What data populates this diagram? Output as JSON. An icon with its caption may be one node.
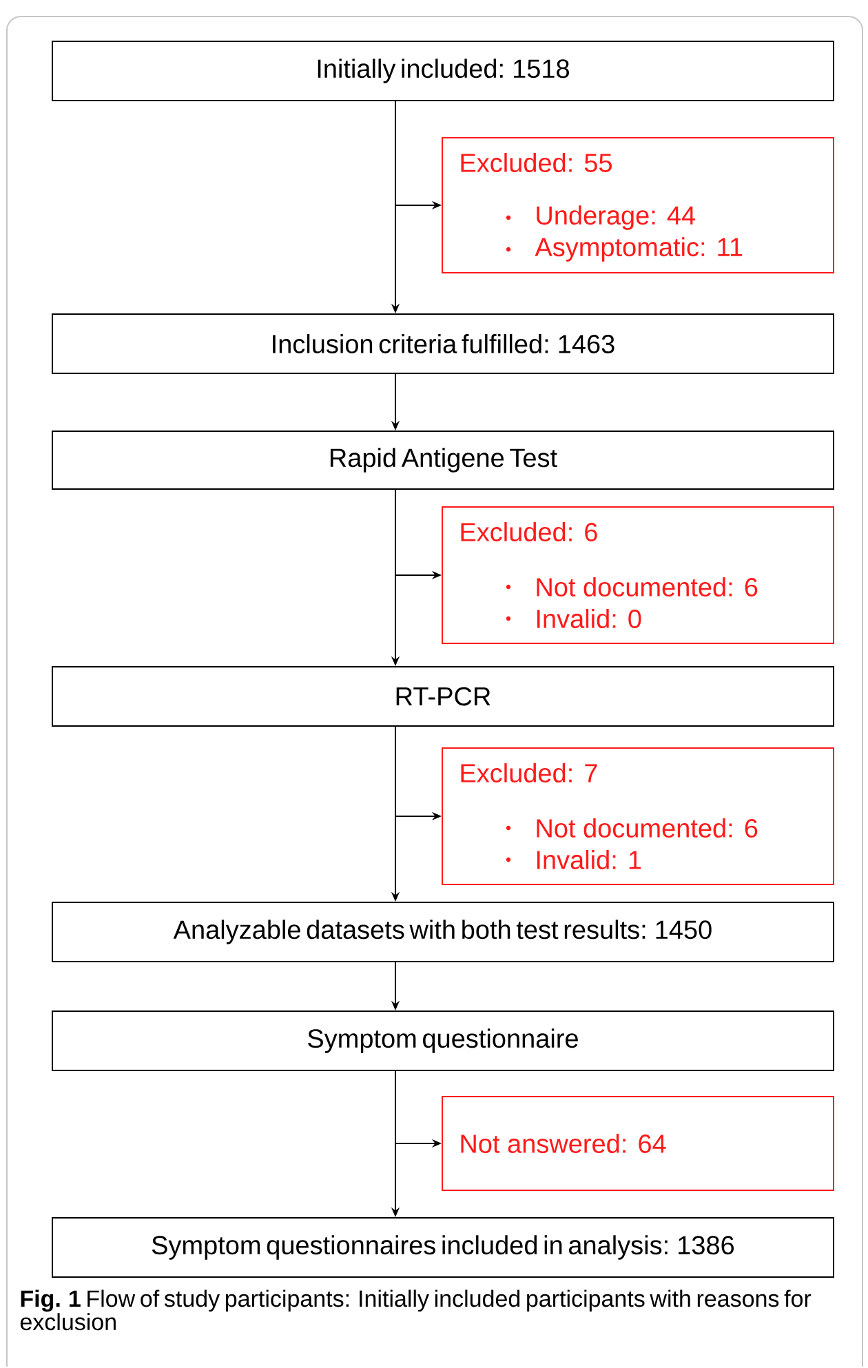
{
  "diagram": {
    "caption": "**Fig. 1** Flow of study participants: Initially included participants with reasons for exclusion",
    "nodes": [
      {
        "text": [
          "Initially included: 1518"
        ]
      },
      {
        "text": [
          "Excluded: 55",
          "Underage: 44",
          "Asymptomatic: 11"
        ]
      },
      {
        "text": [
          "Inclusion criteria fulfilled: 1463"
        ]
      },
      {
        "text": [
          "Rapid Antigene Test"
        ]
      },
      {
        "text": [
          "Excluded: 6",
          "Not documented: 6",
          "Invalid: 0"
        ]
      },
      {
        "text": [
          "RT-PCR"
        ]
      },
      {
        "text": [
          "Excluded: 7",
          "Not documented: 6",
          "Invalid: 1"
        ]
      },
      {
        "text": [
          "Analyzable datasets with both test results: 1450"
        ]
      },
      {
        "text": [
          "Symptom questionnaire"
        ]
      },
      {
        "text": [
          "Not answered: 64"
        ]
      },
      {
        "text": [
          "Symptom questionnaires included in analysis: 1386"
        ]
      }
    ],
    "edges": [
      {
        "from": 0,
        "to": 2,
        "arrow": "to"
      },
      {
        "from": 0,
        "to": 1,
        "arrow": "to"
      },
      {
        "from": 2,
        "to": 3,
        "arrow": "to"
      },
      {
        "from": 3,
        "to": 5,
        "arrow": "to"
      },
      {
        "from": 3,
        "to": 4,
        "arrow": "to"
      },
      {
        "from": 5,
        "to": 7,
        "arrow": "to"
      },
      {
        "from": 5,
        "to": 6,
        "arrow": "to"
      },
      {
        "from": 7,
        "to": 8,
        "arrow": "to"
      },
      {
        "from": 8,
        "to": 10,
        "arrow": "to"
      },
      {
        "from": 8,
        "to": 9,
        "arrow": "to"
      }
    ]
  }
}
